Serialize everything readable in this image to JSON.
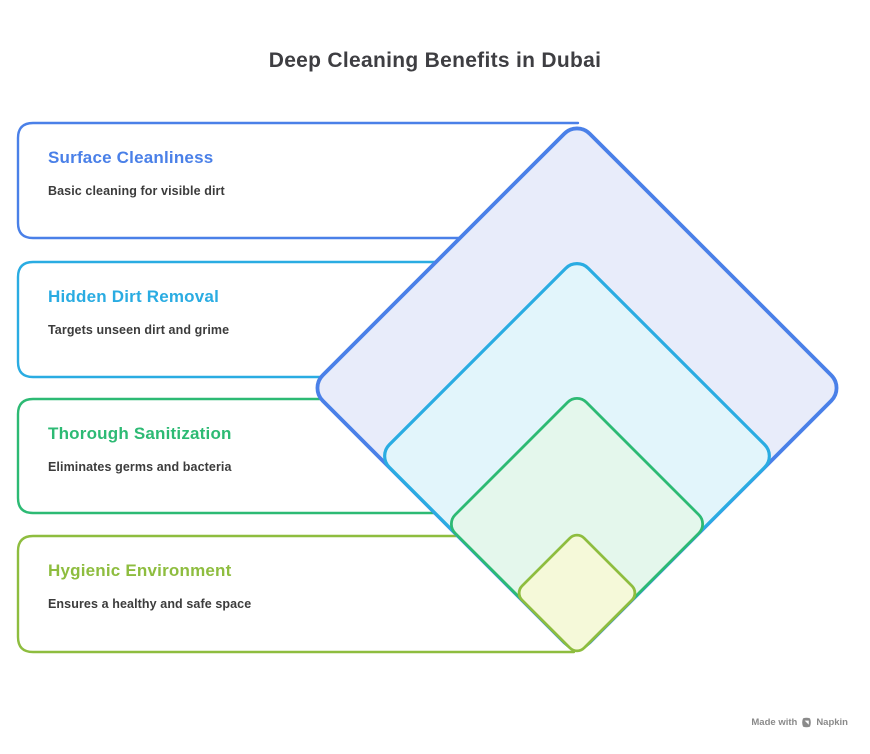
{
  "title": {
    "text": "Deep Cleaning Benefits in Dubai",
    "color": "#3E3E42"
  },
  "levels": [
    {
      "heading": "Surface Cleanliness",
      "body": "Basic cleaning for visible dirt",
      "accent": "#4A80E8",
      "fill": "#E8ECFA"
    },
    {
      "heading": "Hidden Dirt Removal",
      "body": "Targets unseen dirt and grime",
      "accent": "#2AACE2",
      "fill": "#E2F5FB"
    },
    {
      "heading": "Thorough Sanitization",
      "body": "Eliminates germs and bacteria",
      "accent": "#2DBA74",
      "fill": "#E4F7EC"
    },
    {
      "heading": "Hygienic Environment",
      "body": "Ensures a healthy and safe space",
      "accent": "#8EBD3F",
      "fill": "#F5F9D9"
    }
  ],
  "body_text_color": "#3C3C3C",
  "background_color": "#FFFFFF",
  "watermark": {
    "prefix": "Made with",
    "brand": "Napkin",
    "color": "#8A8A8A"
  }
}
